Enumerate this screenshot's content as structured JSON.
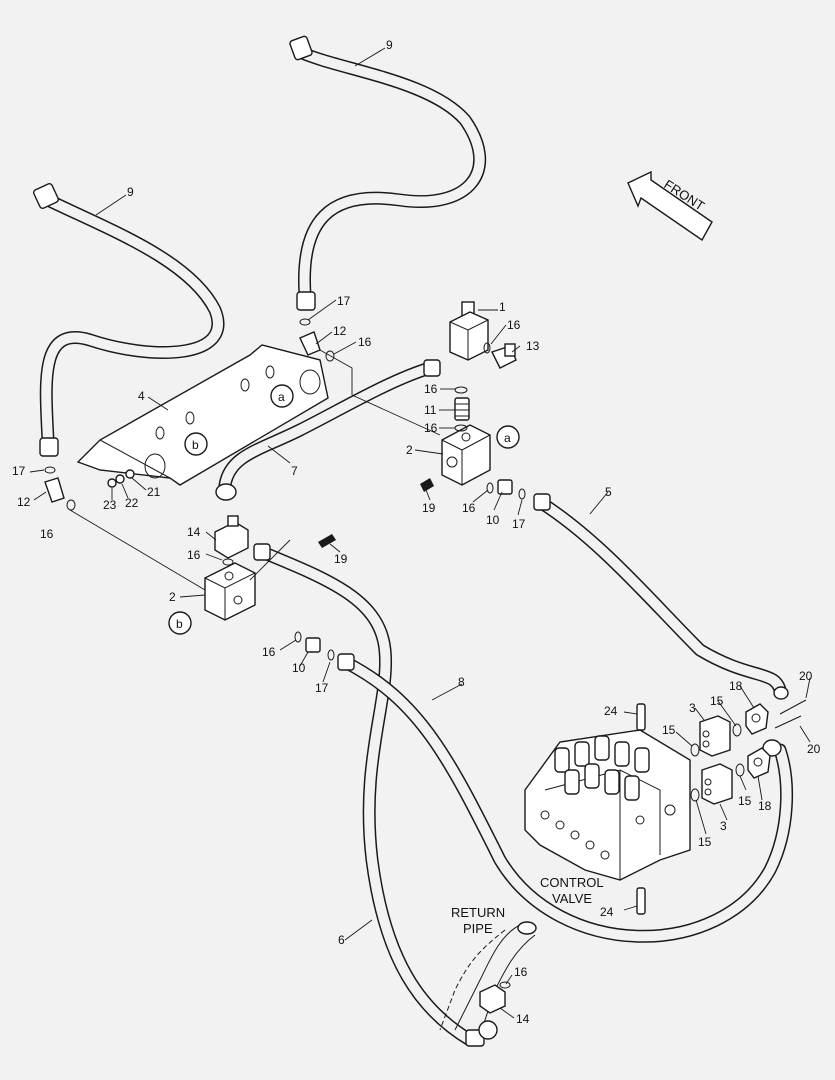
{
  "callouts": [
    {
      "id": "c9a",
      "text": "9"
    },
    {
      "id": "c9b",
      "text": "9"
    },
    {
      "id": "c1",
      "text": "1"
    },
    {
      "id": "c16a",
      "text": "16"
    },
    {
      "id": "c13",
      "text": "13"
    },
    {
      "id": "c17a",
      "text": "17"
    },
    {
      "id": "c12a",
      "text": "12"
    },
    {
      "id": "c16b",
      "text": "16"
    },
    {
      "id": "c4",
      "text": "4"
    },
    {
      "id": "c16c",
      "text": "16"
    },
    {
      "id": "c11",
      "text": "11"
    },
    {
      "id": "c16d",
      "text": "16"
    },
    {
      "id": "c2a",
      "text": "2"
    },
    {
      "id": "c7",
      "text": "7"
    },
    {
      "id": "c17b",
      "text": "17"
    },
    {
      "id": "c12b",
      "text": "12"
    },
    {
      "id": "c16e",
      "text": "16"
    },
    {
      "id": "c23",
      "text": "23"
    },
    {
      "id": "c22",
      "text": "22"
    },
    {
      "id": "c21",
      "text": "21"
    },
    {
      "id": "c19a",
      "text": "19"
    },
    {
      "id": "c16f",
      "text": "16"
    },
    {
      "id": "c10a",
      "text": "10"
    },
    {
      "id": "c17c",
      "text": "17"
    },
    {
      "id": "c5",
      "text": "5"
    },
    {
      "id": "c14a",
      "text": "14"
    },
    {
      "id": "c16g",
      "text": "16"
    },
    {
      "id": "c19b",
      "text": "19"
    },
    {
      "id": "c2b",
      "text": "2"
    },
    {
      "id": "c16h",
      "text": "16"
    },
    {
      "id": "c10b",
      "text": "10"
    },
    {
      "id": "c17d",
      "text": "17"
    },
    {
      "id": "c8",
      "text": "8"
    },
    {
      "id": "c20a",
      "text": "20"
    },
    {
      "id": "c20b",
      "text": "20"
    },
    {
      "id": "c18a",
      "text": "18"
    },
    {
      "id": "c15a",
      "text": "15"
    },
    {
      "id": "c3a",
      "text": "3"
    },
    {
      "id": "c24a",
      "text": "24"
    },
    {
      "id": "c15b",
      "text": "15"
    },
    {
      "id": "c15c",
      "text": "15"
    },
    {
      "id": "c18b",
      "text": "18"
    },
    {
      "id": "c3b",
      "text": "3"
    },
    {
      "id": "c15d",
      "text": "15"
    },
    {
      "id": "c24b",
      "text": "24"
    },
    {
      "id": "c6",
      "text": "6"
    },
    {
      "id": "c16i",
      "text": "16"
    },
    {
      "id": "c14b",
      "text": "14"
    }
  ],
  "circles": {
    "a1": "a",
    "a2": "a",
    "b1": "b",
    "b2": "b"
  },
  "labels": {
    "front": "FRONT",
    "control_valve_line1": "CONTROL",
    "control_valve_line2": "VALVE",
    "return_pipe_line1": "RETURN",
    "return_pipe_line2": "PIPE"
  }
}
